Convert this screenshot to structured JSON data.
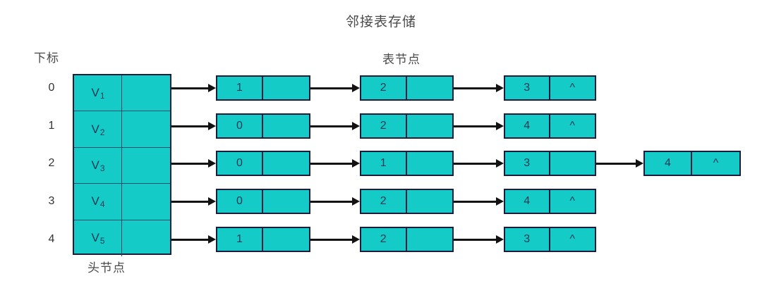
{
  "title": "邻接表存储",
  "captions": {
    "index": "下标",
    "list_node": "表节点",
    "head_node": "头节点"
  },
  "colors": {
    "node_fill": "#15cbc7",
    "node_border": "#1c1c3c",
    "arrow": "#121212",
    "text": "#143a55",
    "background": "#ffffff"
  },
  "null_symbol": "^",
  "head_table": {
    "rows": [
      {
        "index": "0",
        "vertex": "V",
        "sub": "1"
      },
      {
        "index": "1",
        "vertex": "V",
        "sub": "2"
      },
      {
        "index": "2",
        "vertex": "V",
        "sub": "3"
      },
      {
        "index": "3",
        "vertex": "V",
        "sub": "4"
      },
      {
        "index": "4",
        "vertex": "V",
        "sub": "5"
      }
    ]
  },
  "adjacency": [
    {
      "index": "0",
      "nodes": [
        "1",
        "2",
        "3"
      ]
    },
    {
      "index": "1",
      "nodes": [
        "0",
        "2",
        "4"
      ]
    },
    {
      "index": "2",
      "nodes": [
        "0",
        "1",
        "3",
        "4"
      ]
    },
    {
      "index": "3",
      "nodes": [
        "0",
        "2",
        "4"
      ]
    },
    {
      "index": "4",
      "nodes": [
        "1",
        "2",
        "3"
      ]
    }
  ]
}
